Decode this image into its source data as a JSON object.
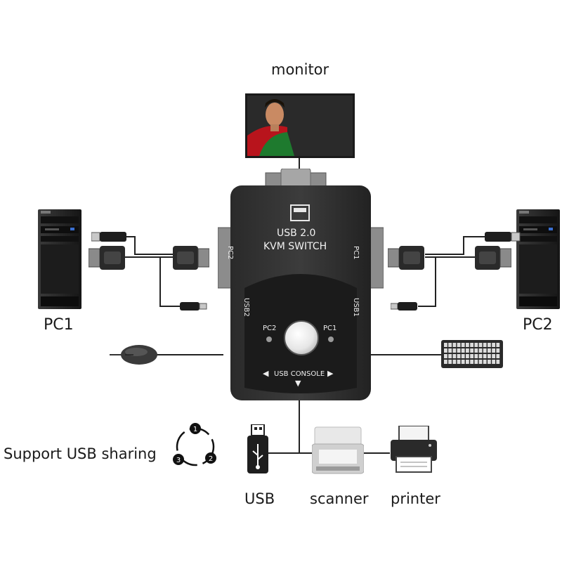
{
  "labels": {
    "monitor": "monitor",
    "pc1": "PC1",
    "pc2": "PC2",
    "support": "Support USB sharing",
    "usb": "USB",
    "scanner": "scanner",
    "printer": "printer"
  },
  "switch": {
    "line1": "USB 2.0",
    "line2": "KVM SWITCH",
    "pc2_label": "PC2",
    "pc1_label": "PC1",
    "usb2_label": "USB2",
    "usb1_label": "USB1",
    "led_pc2": "PC2",
    "led_pc1": "PC1",
    "console": "USB CONSOLE"
  },
  "cycle": [
    "1",
    "2",
    "3"
  ]
}
